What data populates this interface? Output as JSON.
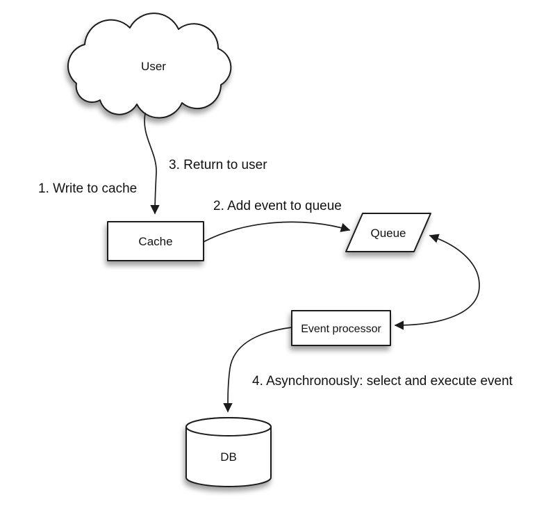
{
  "diagram": {
    "colors": {
      "background": "#ffffff",
      "stroke": "#1c1c1c",
      "node_fill": "#ffffff",
      "text": "#111111"
    },
    "nodes": {
      "user": {
        "label": "User",
        "shape": "cloud"
      },
      "cache": {
        "label": "Cache",
        "shape": "rectangle"
      },
      "queue": {
        "label": "Queue",
        "shape": "parallelogram"
      },
      "event_processor": {
        "label": "Event processor",
        "shape": "rectangle"
      },
      "db": {
        "label": "DB",
        "shape": "cylinder"
      }
    },
    "edges": {
      "user_to_cache": {
        "from": "user",
        "to": "cache",
        "label": "1. Write to cache"
      },
      "cache_to_queue": {
        "from": "cache",
        "to": "queue",
        "label": "2. Add event to queue"
      },
      "cache_to_user": {
        "from": "cache",
        "to": "user",
        "label": "3. Return to user"
      },
      "queue_event_processor": {
        "from": "queue",
        "to": "event_processor",
        "bidirectional": true
      },
      "event_processor_to_db": {
        "from": "event_processor",
        "to": "db",
        "label": "4. Asynchronously: select and execute event"
      }
    }
  }
}
